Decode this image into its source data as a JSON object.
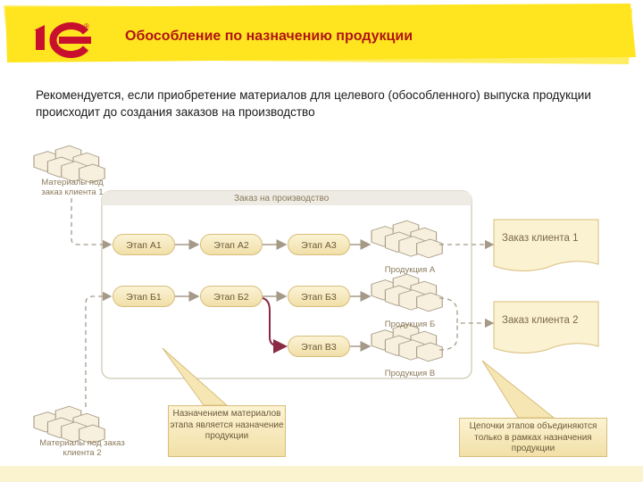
{
  "header": {
    "title": "Обособление по назначению продукции",
    "subtitle": "Рекомендуется, если приобретение материалов для целевого (обособленного) выпуска продукции происходит до создания заказов на производство"
  },
  "diagram": {
    "process_label": "Заказ на производство",
    "stages": [
      "Этап А1",
      "Этап А2",
      "Этап А3",
      "Этап Б1",
      "Этап Б2",
      "Этап Б3",
      "Этап В3"
    ],
    "orders": [
      "Заказ клиента 1",
      "Заказ клиента 2"
    ],
    "products": [
      "Продукция А",
      "Продукция Б",
      "Продукция В"
    ],
    "materials": [
      "Материалы под заказ клиента 1",
      "Материалы под заказ клиента 2"
    ],
    "callouts": [
      "Назначением материалов этапа является назначение продукции",
      "Цепочки этапов объединяются только в рамках назначения продукции"
    ]
  },
  "colors": {
    "title": "#b01515",
    "banner": "#ffe51f",
    "accent_arrow": "#8a2a45",
    "stage_fill": "#f6e8bf"
  }
}
